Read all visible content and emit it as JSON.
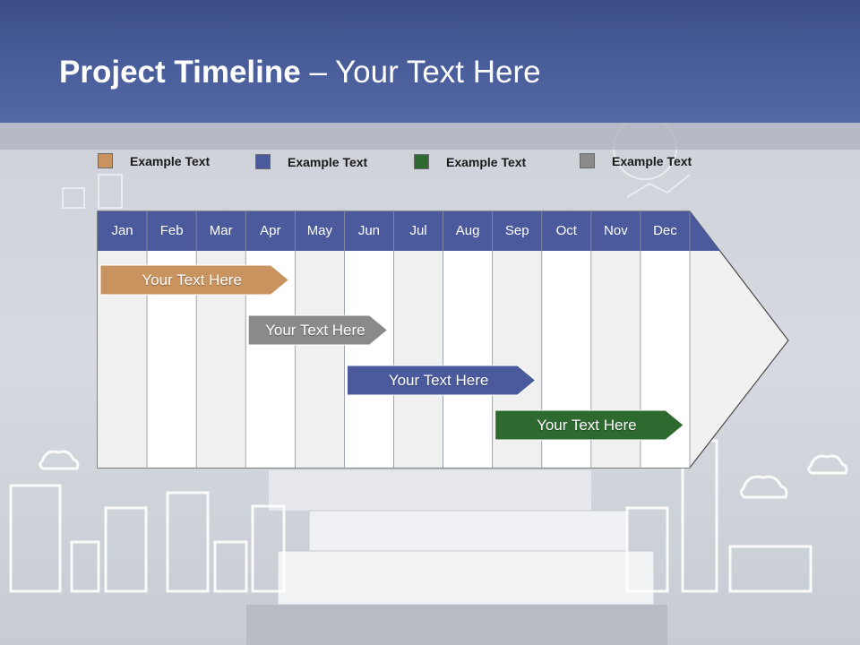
{
  "slide": {
    "title_bold": "Project Timeline",
    "title_rest": " – Your Text Here"
  },
  "legend": [
    {
      "label": "Example Text",
      "color": "#c8935f"
    },
    {
      "label": "Example Text",
      "color": "#4a5a9c"
    },
    {
      "label": "Example Text",
      "color": "#2e6a30"
    },
    {
      "label": "Example Text",
      "color": "#8a8a8a"
    }
  ],
  "timeline": {
    "months": [
      "Jan",
      "Feb",
      "Mar",
      "Apr",
      "May",
      "Jun",
      "Jul",
      "Aug",
      "Sep",
      "Oct",
      "Nov",
      "Dec"
    ],
    "tasks": [
      {
        "label": "Your  Text Here",
        "color": "#c8935f",
        "start_month": "Jan",
        "end_month": "Apr"
      },
      {
        "label": "Your  Text Here",
        "color": "#8a8a8a",
        "start_month": "Apr",
        "end_month": "Jun"
      },
      {
        "label": "Your  Text Here",
        "color": "#4a5a9c",
        "start_month": "Jun",
        "end_month": "Sep"
      },
      {
        "label": "Your  Text Here",
        "color": "#2e6a30",
        "start_month": "Sep",
        "end_month": "Dec"
      }
    ],
    "header_color": "#4a5a9c"
  }
}
